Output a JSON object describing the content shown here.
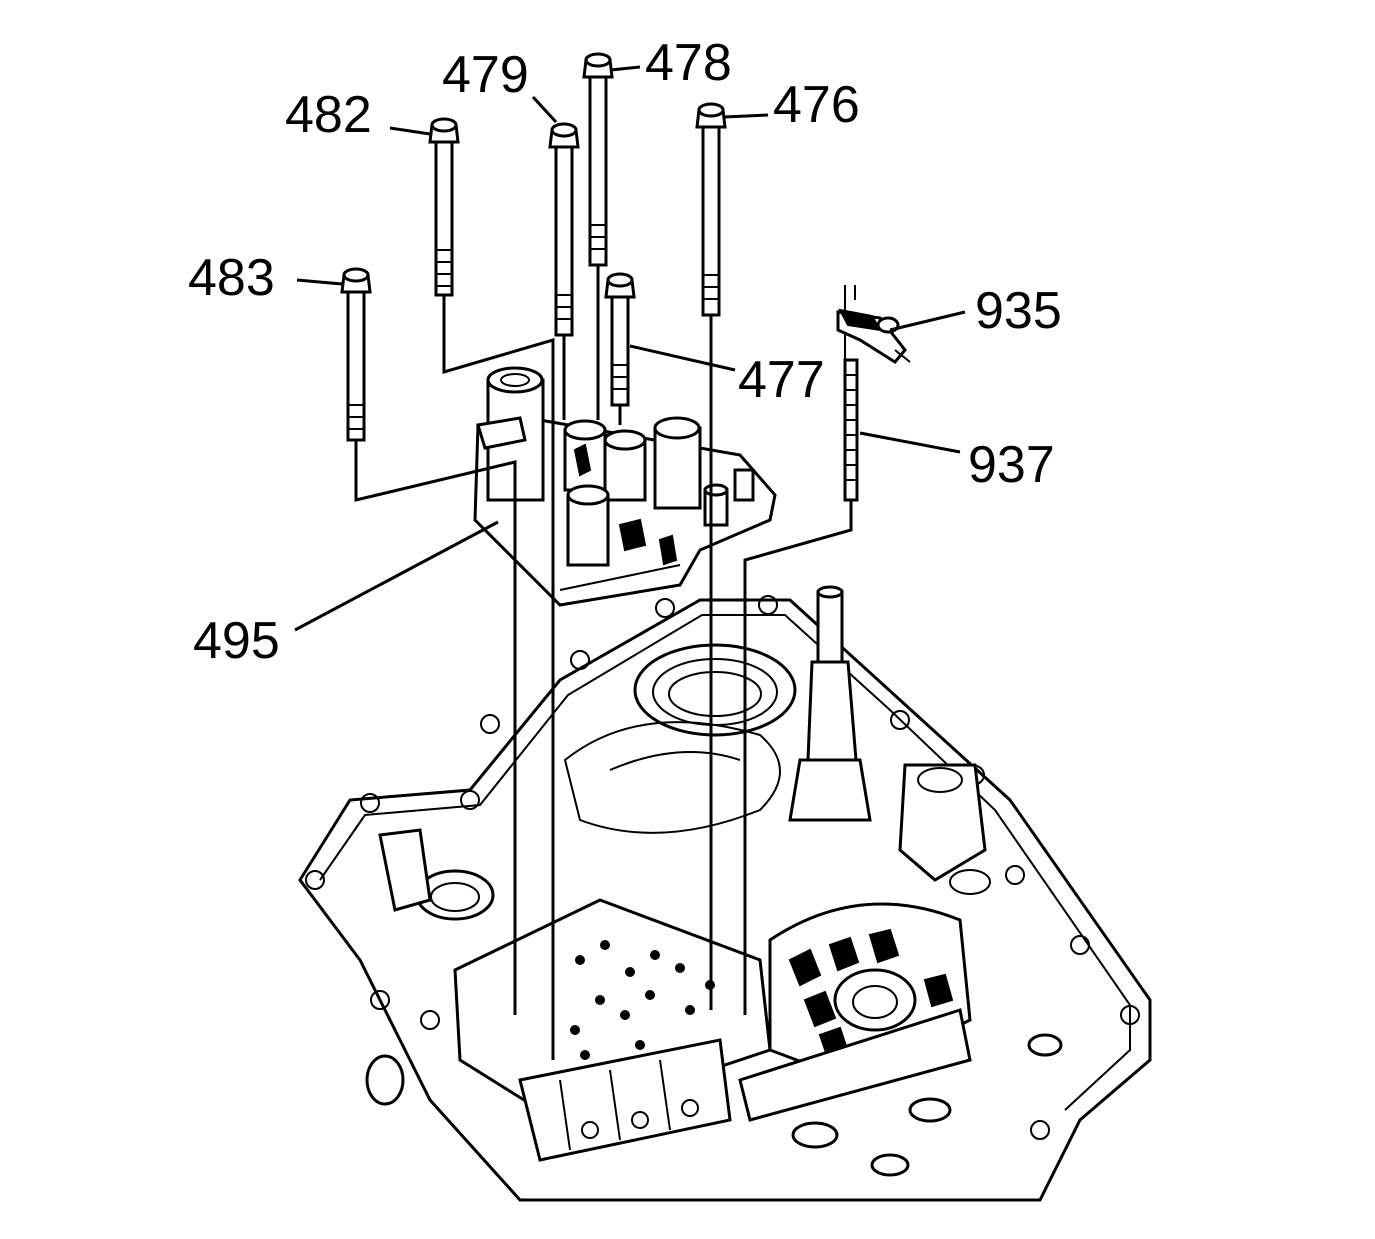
{
  "callouts": {
    "c482": "482",
    "c479": "479",
    "c478": "478",
    "c476": "476",
    "c483": "483",
    "c935": "935",
    "c477": "477",
    "c937": "937",
    "c495": "495"
  }
}
